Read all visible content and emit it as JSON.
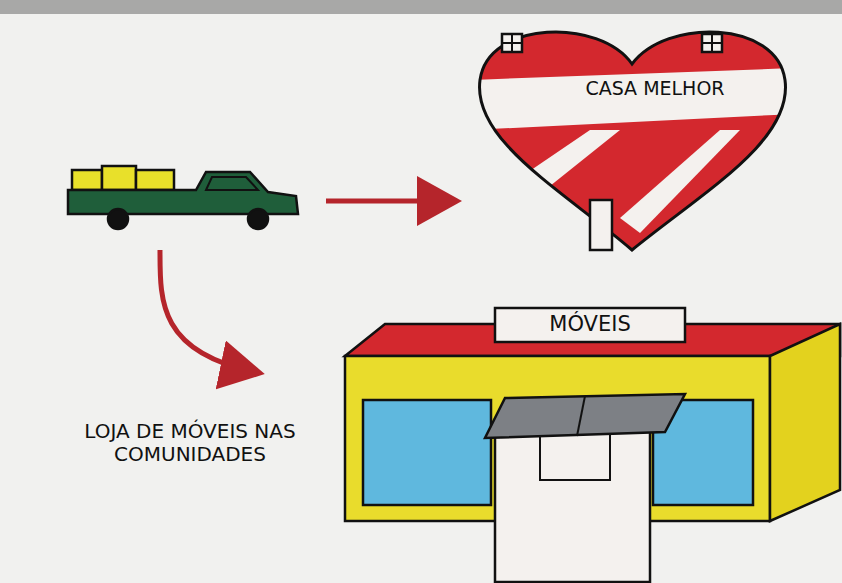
{
  "diagram": {
    "nodes": [
      {
        "text": [
          "CASA MELHOR"
        ]
      },
      {
        "text": [
          "MÓVEIS",
          "LOJA DE MÓVEIS NAS COMUNIDADES"
        ]
      }
    ]
  }
}
